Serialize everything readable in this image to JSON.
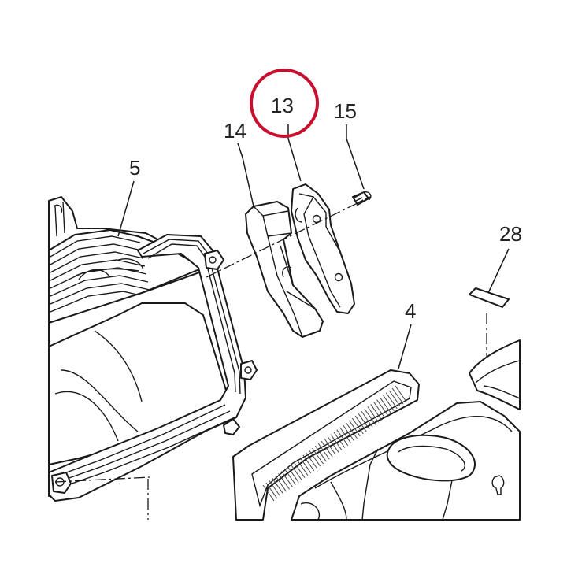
{
  "labels": {
    "part_13": "13",
    "part_14": "14",
    "part_15": "15",
    "part_5": "5",
    "part_4": "4",
    "part_28": "28"
  },
  "colors": {
    "highlight_circle": "#c8102e",
    "line": "#1a1a1a",
    "background": "#ffffff"
  }
}
